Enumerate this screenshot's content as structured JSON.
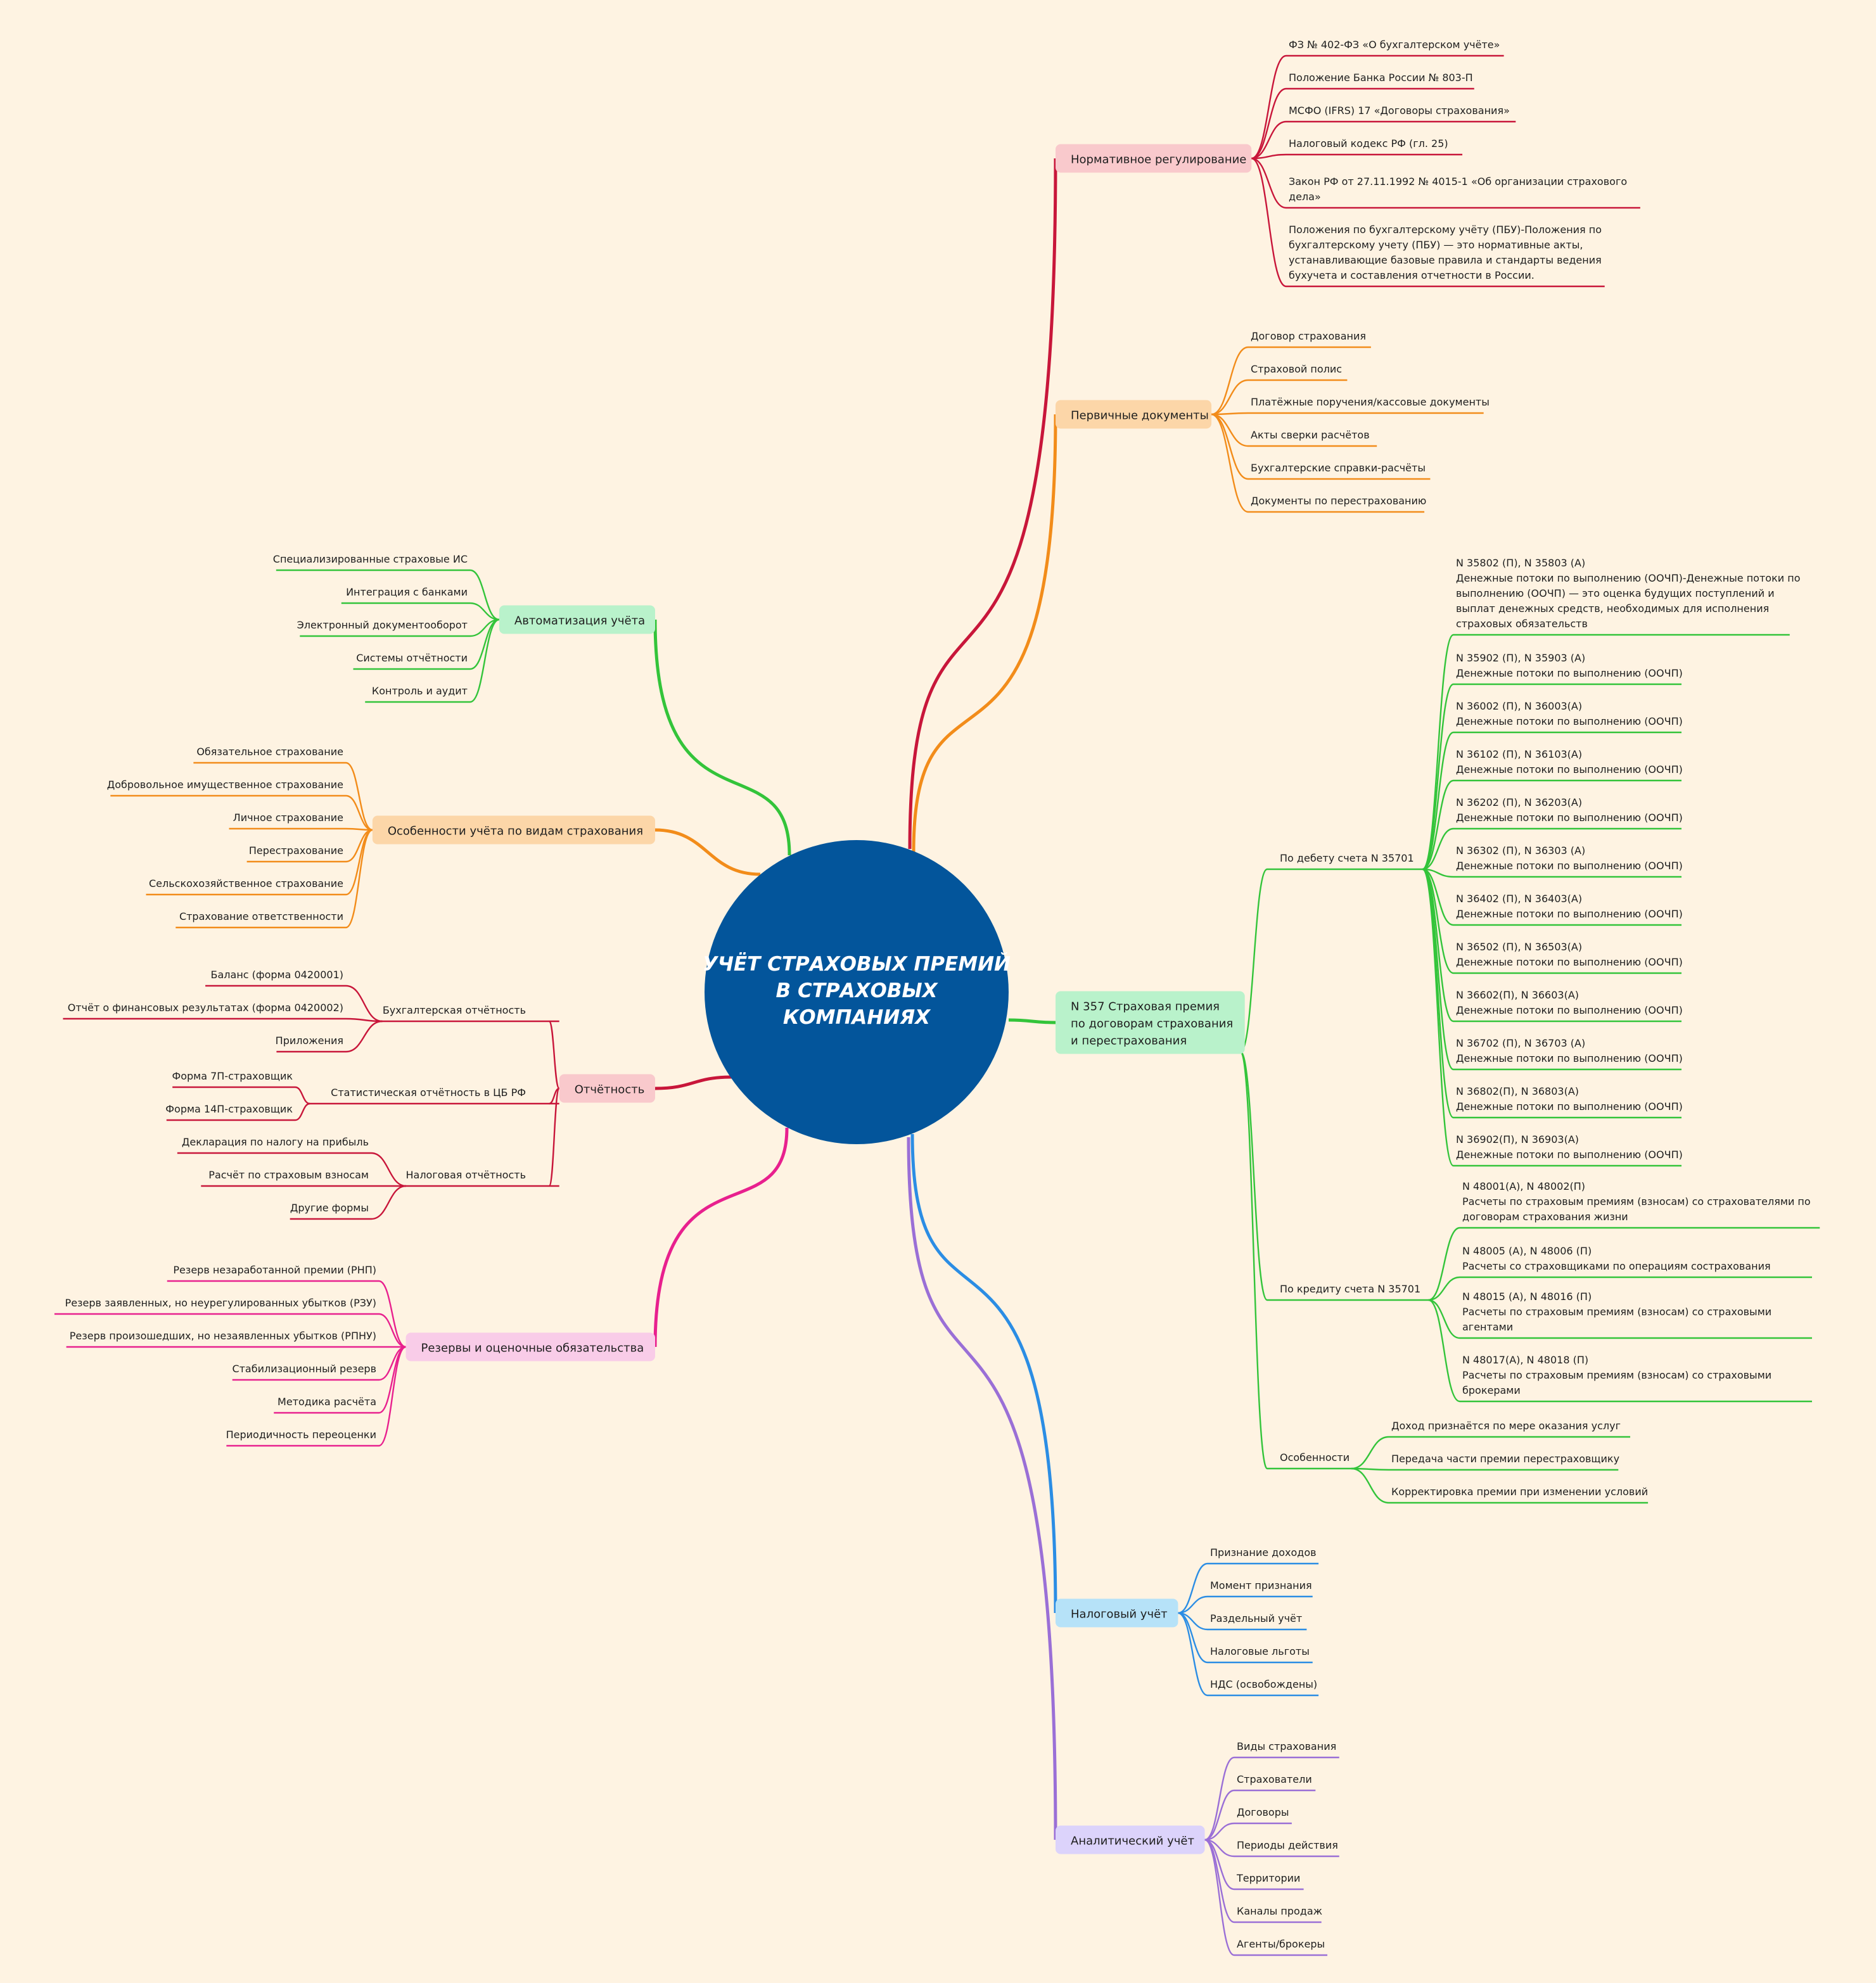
{
  "center": {
    "lines": [
      "УЧЁТ СТРАХОВЫХ ПРЕМИЙ",
      "В СТРАХОВЫХ",
      "КОМПАНИЯХ"
    ]
  },
  "branches": [
    {
      "id": "reg",
      "color": "#c8163a",
      "fill": "#f9c9cc",
      "label": [
        "Нормативное регулирование"
      ],
      "children": [
        [
          "ФЗ № 402-ФЗ «О бухгалтерском учёте»"
        ],
        [
          "Положение Банка России № 803-П"
        ],
        [
          "МСФО (IFRS) 17 «Договоры страхования»"
        ],
        [
          "Налоговый кодекс РФ (гл. 25)"
        ],
        [
          "Закон РФ от 27.11.1992 № 4015-1 «Об организации страхового",
          "дела»"
        ],
        [
          "Положения по бухгалтерскому учёту (ПБУ)-Положения по",
          "бухгалтерскому учету (ПБУ) — это нормативные акты,",
          "устанавливающие базовые правила и стандарты ведения",
          "бухучета и составления отчетности в России."
        ]
      ]
    },
    {
      "id": "docs",
      "color": "#f28c1a",
      "fill": "#fcd6a8",
      "label": [
        "Первичные документы"
      ],
      "children": [
        [
          "Договор страхования"
        ],
        [
          "Страховой полис"
        ],
        [
          "Платёжные поручения/кассовые документы"
        ],
        [
          "Акты сверки расчётов"
        ],
        [
          "Бухгалтерские справки-расчёты"
        ],
        [
          "Документы по перестрахованию"
        ]
      ]
    },
    {
      "id": "n357",
      "color": "#33c43a",
      "fill": "#b9f2cb",
      "label": [
        "N 357 Страховая премия",
        "по договорам страхования",
        "и перестрахования"
      ],
      "groups": [
        {
          "label": "По дебету счета N 35701",
          "children": [
            [
              "N 35802 (П), N 35803 (А)",
              "Денежные потоки по выполнению (ООЧП)-Денежные потоки по",
              "выполнению (ООЧП) — это оценка будущих поступлений и",
              "выплат денежных средств, необходимых для исполнения",
              "страховых обязательств"
            ],
            [
              "N 35902 (П), N 35903 (А)",
              "Денежные потоки по выполнению (ООЧП)"
            ],
            [
              "N 36002 (П), N 36003(А)",
              "Денежные потоки по выполнению (ООЧП)"
            ],
            [
              "N 36102 (П), N 36103(А)",
              "Денежные потоки по выполнению (ООЧП)"
            ],
            [
              "N 36202 (П), N 36203(А)",
              "Денежные потоки по выполнению (ООЧП)"
            ],
            [
              "N 36302 (П), N 36303 (А)",
              "Денежные потоки по выполнению (ООЧП)"
            ],
            [
              "N 36402 (П), N 36403(А)",
              "Денежные потоки по выполнению (ООЧП)"
            ],
            [
              "N 36502 (П), N 36503(А)",
              "Денежные потоки по выполнению (ООЧП)"
            ],
            [
              "N 36602(П), N 36603(А)",
              "Денежные потоки по выполнению (ООЧП)"
            ],
            [
              "N 36702 (П), N 36703 (А)",
              "Денежные потоки по выполнению (ООЧП)"
            ],
            [
              "N 36802(П), N 36803(А)",
              "Денежные потоки по выполнению (ООЧП)"
            ],
            [
              "N 36902(П), N 36903(А)",
              "Денежные потоки по выполнению (ООЧП)"
            ]
          ]
        },
        {
          "label": "По кредиту счета N 35701",
          "children": [
            [
              "N 48001(А), N 48002(П)",
              "Расчеты по страховым премиям (взносам) со страхователями по",
              "договорам страхования жизни"
            ],
            [
              "N 48005 (А), N 48006 (П)",
              "Расчеты со страховщиками по операциям сострахования"
            ],
            [
              "N 48015 (А), N 48016 (П)",
              "Расчеты по страховым премиям (взносам) со страховыми",
              "агентами"
            ],
            [
              "N 48017(А), N 48018 (П)",
              "Расчеты по страховым премиям (взносам) со страховыми",
              "брокерами"
            ]
          ]
        },
        {
          "label": "Особенности",
          "children": [
            [
              "Доход признаётся по мере оказания услуг"
            ],
            [
              "Передача части премии перестраховщику"
            ],
            [
              "Корректировка премии при изменении условий"
            ]
          ]
        }
      ]
    },
    {
      "id": "tax",
      "color": "#2b8de4",
      "fill": "#b6e2f8",
      "label": [
        "Налоговый учёт"
      ],
      "children": [
        [
          "Признание доходов"
        ],
        [
          "Момент признания"
        ],
        [
          "Раздельный учёт"
        ],
        [
          "Налоговые льготы"
        ],
        [
          "НДС (освобождены)"
        ]
      ]
    },
    {
      "id": "anal",
      "color": "#9a6fd6",
      "fill": "#dcd3fb",
      "label": [
        "Аналитический учёт"
      ],
      "children": [
        [
          "Виды страхования"
        ],
        [
          "Страхователи"
        ],
        [
          "Договоры"
        ],
        [
          "Периоды действия"
        ],
        [
          "Территории"
        ],
        [
          "Каналы продаж"
        ],
        [
          "Агенты/брокеры"
        ]
      ]
    },
    {
      "id": "auto",
      "color": "#33c43a",
      "fill": "#b9f2cb",
      "label": [
        "Автоматизация учёта"
      ],
      "children": [
        [
          "Специализированные страховые ИС"
        ],
        [
          "Интеграция с банками"
        ],
        [
          "Электронный документооборот"
        ],
        [
          "Системы отчётности"
        ],
        [
          "Контроль и аудит"
        ]
      ]
    },
    {
      "id": "types",
      "color": "#f28c1a",
      "fill": "#fcd6a8",
      "label": [
        "Особенности учёта по видам страхования"
      ],
      "children": [
        [
          "Обязательное страхование"
        ],
        [
          "Добровольное имущественное страхование"
        ],
        [
          "Личное страхование"
        ],
        [
          "Перестрахование"
        ],
        [
          "Сельскохозяйственное страхование"
        ],
        [
          "Страхование ответственности"
        ]
      ]
    },
    {
      "id": "rep",
      "color": "#c8163a",
      "fill": "#f9c9cc",
      "label": [
        "Отчётность"
      ],
      "groups": [
        {
          "label": "Бухгалтерская отчётность",
          "children": [
            [
              "Баланс (форма 0420001)"
            ],
            [
              "Отчёт о финансовых результатах (форма 0420002)"
            ],
            [
              "Приложения"
            ]
          ]
        },
        {
          "label": "Статистическая отчётность в ЦБ РФ",
          "children": [
            [
              "Форма 7П-страховщик"
            ],
            [
              "Форма 14П-страховщик"
            ]
          ]
        },
        {
          "label": "Налоговая отчётность",
          "children": [
            [
              "Декларация по налогу на прибыль"
            ],
            [
              "Расчёт по страховым взносам"
            ],
            [
              "Другие формы"
            ]
          ]
        }
      ]
    },
    {
      "id": "res",
      "color": "#e8208e",
      "fill": "#f9cce8",
      "label": [
        "Резервы и оценочные обязательства"
      ],
      "children": [
        [
          "Резерв незаработанной премии (РНП)"
        ],
        [
          "Резерв заявленных, но неурегулированных убытков (РЗУ)"
        ],
        [
          "Резерв произошедших, но незаявленных убытков (РПНУ)"
        ],
        [
          "Стабилизационный резерв"
        ],
        [
          "Методика расчёта"
        ],
        [
          "Периодичность переоценки"
        ]
      ]
    }
  ]
}
